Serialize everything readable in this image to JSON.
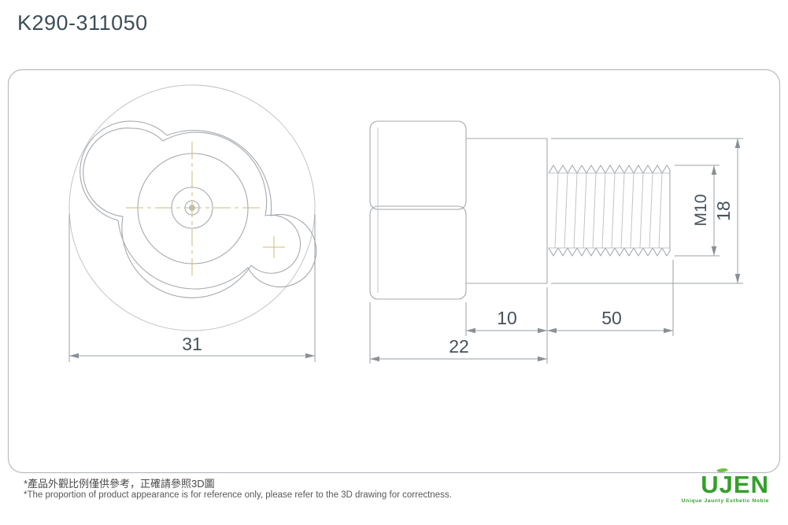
{
  "title": "K290-311050",
  "drawing": {
    "front_view": {
      "dim_width": "31"
    },
    "side_view": {
      "dim_knob_total": "22",
      "dim_collar": "10",
      "dim_thread_len": "50",
      "dim_height": "18",
      "thread_spec": "M10"
    }
  },
  "footer": {
    "note_zh": "*產品外觀比例僅供參考，正確請參照3D圖",
    "note_en": "*The proportion of product appearance is for reference only, please refer to the 3D drawing for correctness."
  },
  "logo": {
    "name": "UJEN",
    "tagline": "Unique Jaunty Esthetic Noble",
    "color": "#33a02c"
  },
  "colors": {
    "geometry_line": "#a4a9ae",
    "dimension_line": "#9aa0a6",
    "dimension_text": "#46525c",
    "centerline": "#cdbb7c",
    "title_text": "#3d4e58"
  }
}
